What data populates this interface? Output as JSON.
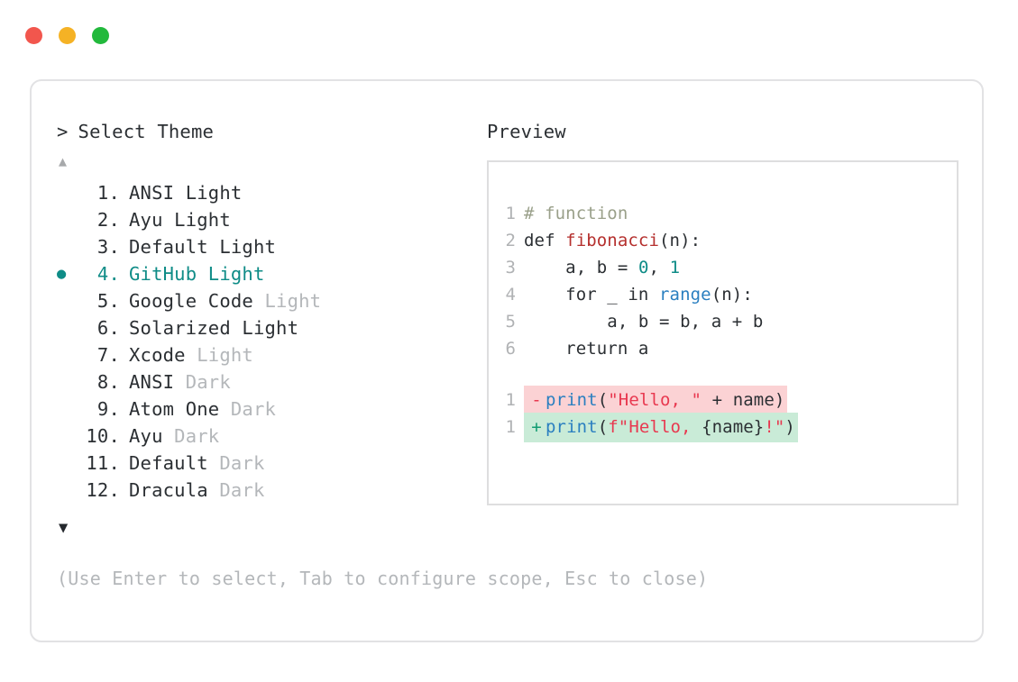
{
  "window": {
    "dots": [
      {
        "name": "close-dot",
        "color": "#f2564d"
      },
      {
        "name": "minimize-dot",
        "color": "#f5b225"
      },
      {
        "name": "maximize-dot",
        "color": "#22b93c"
      }
    ]
  },
  "left": {
    "caret": ">",
    "title": "Select Theme",
    "scroll_up_icon": "▲",
    "scroll_down_icon": "▼",
    "selected_index": 4,
    "bullet_glyph": "●",
    "selected_color": "#0f8c87",
    "items": [
      {
        "num": "1.",
        "name": "ANSI Light",
        "suffix": "",
        "selected": false
      },
      {
        "num": "2.",
        "name": "Ayu Light",
        "suffix": "",
        "selected": false
      },
      {
        "num": "3.",
        "name": "Default Light",
        "suffix": "",
        "selected": false
      },
      {
        "num": "4.",
        "name": "GitHub Light",
        "suffix": "",
        "selected": true
      },
      {
        "num": "5.",
        "name": "Google Code",
        "suffix": "Light",
        "selected": false
      },
      {
        "num": "6.",
        "name": "Solarized Light",
        "suffix": "",
        "selected": false
      },
      {
        "num": "7.",
        "name": "Xcode",
        "suffix": "Light",
        "selected": false
      },
      {
        "num": "8.",
        "name": "ANSI",
        "suffix": "Dark",
        "selected": false
      },
      {
        "num": "9.",
        "name": "Atom One",
        "suffix": "Dark",
        "selected": false
      },
      {
        "num": "10.",
        "name": "Ayu",
        "suffix": "Dark",
        "selected": false
      },
      {
        "num": "11.",
        "name": "Default",
        "suffix": "Dark",
        "selected": false
      },
      {
        "num": "12.",
        "name": "Dracula",
        "suffix": "Dark",
        "selected": false
      }
    ]
  },
  "right": {
    "label": "Preview",
    "code_lines": [
      {
        "ln": "1",
        "tokens": [
          {
            "t": "# function",
            "c": "comment"
          }
        ]
      },
      {
        "ln": "2",
        "tokens": [
          {
            "t": "def ",
            "c": "plain"
          },
          {
            "t": "fibonacci",
            "c": "func"
          },
          {
            "t": "(n):",
            "c": "plain"
          }
        ]
      },
      {
        "ln": "3",
        "tokens": [
          {
            "t": "    a, b = ",
            "c": "plain"
          },
          {
            "t": "0",
            "c": "num"
          },
          {
            "t": ", ",
            "c": "plain"
          },
          {
            "t": "1",
            "c": "num"
          }
        ]
      },
      {
        "ln": "4",
        "tokens": [
          {
            "t": "    for _ in ",
            "c": "plain"
          },
          {
            "t": "range",
            "c": "builtin"
          },
          {
            "t": "(n):",
            "c": "plain"
          }
        ]
      },
      {
        "ln": "5",
        "tokens": [
          {
            "t": "        a, b = b, a + b",
            "c": "plain"
          }
        ]
      },
      {
        "ln": "6",
        "tokens": [
          {
            "t": "    return a",
            "c": "plain"
          }
        ]
      }
    ],
    "diff_lines": [
      {
        "ln": "1",
        "sign": "-",
        "kind": "minus",
        "tokens": [
          {
            "t": "print",
            "c": "builtin"
          },
          {
            "t": "(",
            "c": "plain"
          },
          {
            "t": "\"Hello, \"",
            "c": "str"
          },
          {
            "t": " + name)",
            "c": "plain"
          }
        ]
      },
      {
        "ln": "1",
        "sign": "+",
        "kind": "plus",
        "tokens": [
          {
            "t": "print",
            "c": "builtin"
          },
          {
            "t": "(",
            "c": "plain"
          },
          {
            "t": "f\"Hello, ",
            "c": "str"
          },
          {
            "t": "{name}",
            "c": "plain"
          },
          {
            "t": "!\"",
            "c": "str"
          },
          {
            "t": ")",
            "c": "plain"
          }
        ]
      }
    ]
  },
  "hint": "(Use Enter to select, Tab to configure scope, Esc to close)"
}
